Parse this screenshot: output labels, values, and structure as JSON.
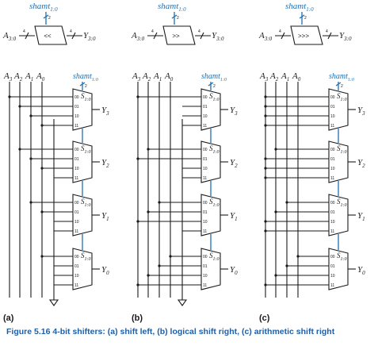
{
  "labels": {
    "shamt_base": "shamt",
    "shamt_sub": "1:0",
    "bus_width_data": "4",
    "bus_width_shamt": "2",
    "a_base": "A",
    "a_bus_sub": "3:0",
    "y_base": "Y",
    "y_bus_sub": "3:0",
    "sel_base": "S",
    "sel_sub": "1:0",
    "inputs": [
      "00",
      "01",
      "10",
      "11"
    ],
    "a_bits": [
      "3",
      "2",
      "1",
      "0"
    ],
    "y_bits": [
      "3",
      "2",
      "1",
      "0"
    ]
  },
  "panels": [
    {
      "letter": "(a)",
      "symbol": "<<"
    },
    {
      "letter": "(b)",
      "symbol": ">>"
    },
    {
      "letter": "(c)",
      "symbol": ">>>"
    }
  ],
  "caption": {
    "figure": "Figure 5.16",
    "text": "4-bit shifters: (a) shift left, (b) logical shift right, (c) arithmetic shift right"
  }
}
